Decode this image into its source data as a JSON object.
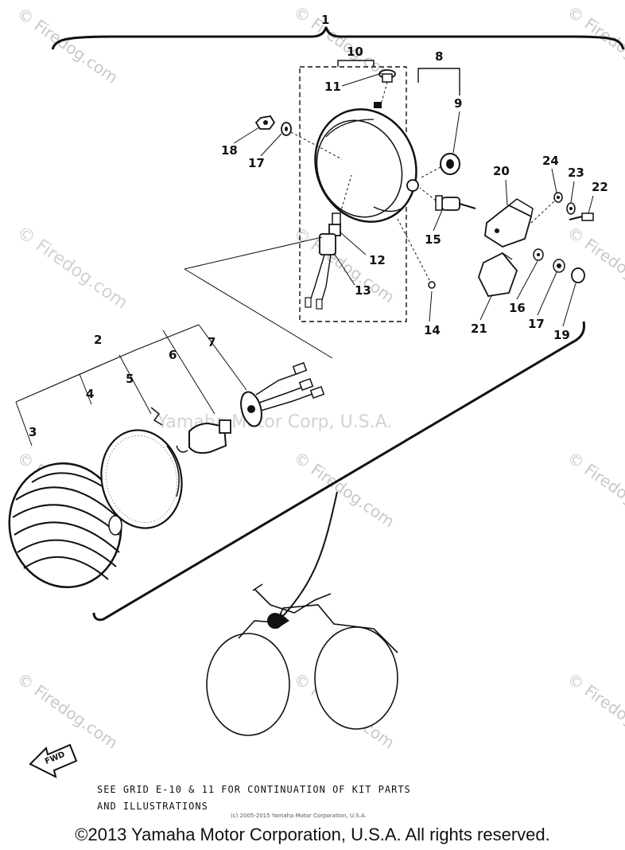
{
  "watermarks": {
    "site": "© Firedog.com",
    "site_rotated": "© Firedog.com",
    "center": "Yamaha Motor Corp, U.S.A."
  },
  "callouts": {
    "c1": "1",
    "c2": "2",
    "c3": "3",
    "c4": "4",
    "c5": "5",
    "c6": "6",
    "c7": "7",
    "c8": "8",
    "c9": "9",
    "c10": "10",
    "c11": "11",
    "c12": "12",
    "c13": "13",
    "c14": "14",
    "c15": "15",
    "c16": "16",
    "c17a": "17",
    "c17b": "17",
    "c18": "18",
    "c19": "19",
    "c20": "20",
    "c21": "21",
    "c22": "22",
    "c23": "23",
    "c24": "24"
  },
  "fwd_label": "FWD",
  "note_line1": "SEE GRID E-10 & 11 FOR CONTINUATION OF KIT PARTS",
  "note_line2": "AND ILLUSTRATIONS",
  "small_copyright": "(c) 2005-2015 Yamaha Motor Corporation, U.S.A.",
  "footer_copyright": "©2013 Yamaha Motor Corporation, U.S.A. All rights reserved."
}
